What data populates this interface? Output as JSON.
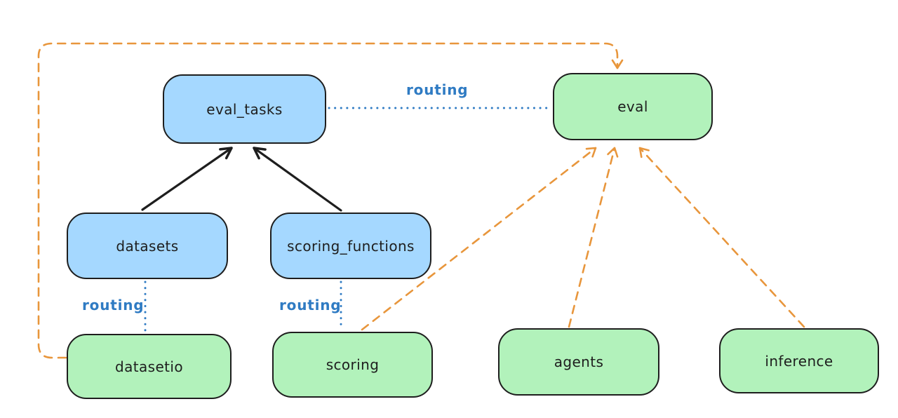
{
  "diagram": {
    "nodes": [
      {
        "id": "eval_tasks",
        "label": "eval_tasks",
        "color": "blue"
      },
      {
        "id": "eval",
        "label": "eval",
        "color": "green"
      },
      {
        "id": "datasets",
        "label": "datasets",
        "color": "blue"
      },
      {
        "id": "scoring_functions",
        "label": "scoring_functions",
        "color": "blue"
      },
      {
        "id": "datasetio",
        "label": "datasetio",
        "color": "green"
      },
      {
        "id": "scoring",
        "label": "scoring",
        "color": "green"
      },
      {
        "id": "agents",
        "label": "agents",
        "color": "green"
      },
      {
        "id": "inference",
        "label": "inference",
        "color": "green"
      }
    ],
    "edges": [
      {
        "from": "datasets",
        "to": "eval_tasks",
        "style": "solid",
        "arrow": true,
        "color": "black"
      },
      {
        "from": "scoring_functions",
        "to": "eval_tasks",
        "style": "solid",
        "arrow": true,
        "color": "black"
      },
      {
        "from": "eval_tasks",
        "to": "eval",
        "style": "dotted",
        "arrow": false,
        "color": "blue",
        "label": "routing"
      },
      {
        "from": "datasets",
        "to": "datasetio",
        "style": "dotted",
        "arrow": false,
        "color": "blue",
        "label": "routing"
      },
      {
        "from": "scoring_functions",
        "to": "scoring",
        "style": "dotted",
        "arrow": false,
        "color": "blue",
        "label": "routing"
      },
      {
        "from": "datasetio",
        "to": "eval",
        "style": "dashed",
        "arrow": true,
        "color": "orange"
      },
      {
        "from": "scoring",
        "to": "eval",
        "style": "dashed",
        "arrow": true,
        "color": "orange"
      },
      {
        "from": "agents",
        "to": "eval",
        "style": "dashed",
        "arrow": true,
        "color": "orange"
      },
      {
        "from": "inference",
        "to": "eval",
        "style": "dashed",
        "arrow": true,
        "color": "orange"
      }
    ]
  },
  "colors": {
    "background": "#ffffff",
    "stroke": "#1e1e1e",
    "blue-fill": "#a5d8ff",
    "green-fill": "#b2f2bb",
    "orange": "#e8963c",
    "routing-blue": "#2f7bc3"
  }
}
